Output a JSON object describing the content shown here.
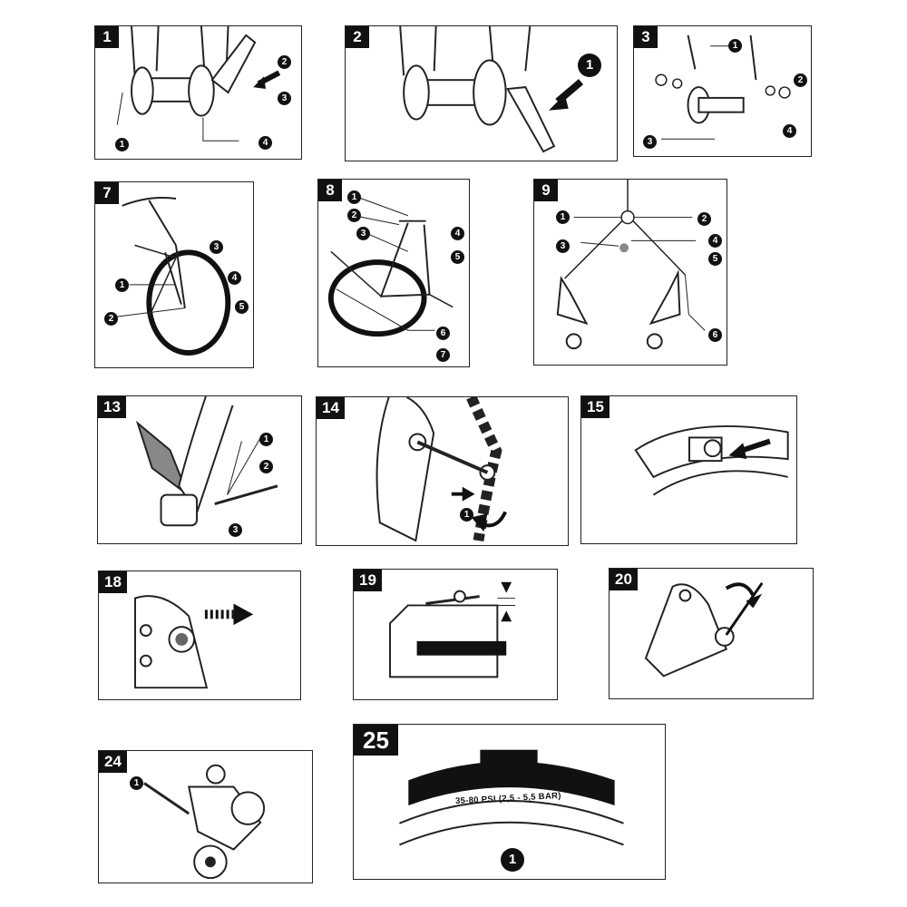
{
  "panels": [
    {
      "id": "1",
      "callouts": [
        "1",
        "2",
        "3",
        "4"
      ]
    },
    {
      "id": "2",
      "callouts": [
        "1"
      ]
    },
    {
      "id": "3",
      "callouts": [
        "1",
        "2",
        "3",
        "4"
      ]
    },
    {
      "id": "7",
      "callouts": [
        "1",
        "2",
        "3",
        "4",
        "5"
      ]
    },
    {
      "id": "8",
      "callouts": [
        "1",
        "2",
        "3",
        "4",
        "5",
        "6",
        "7"
      ]
    },
    {
      "id": "9",
      "callouts": [
        "1",
        "2",
        "3",
        "4",
        "5",
        "6"
      ]
    },
    {
      "id": "13",
      "callouts": [
        "1",
        "2",
        "3"
      ]
    },
    {
      "id": "14",
      "callouts": [
        "1"
      ]
    },
    {
      "id": "15",
      "callouts": []
    },
    {
      "id": "18",
      "callouts": []
    },
    {
      "id": "19",
      "callouts": []
    },
    {
      "id": "20",
      "callouts": []
    },
    {
      "id": "24",
      "callouts": [
        "1"
      ]
    },
    {
      "id": "25",
      "callouts": [
        "1"
      ],
      "tire_text": "35-80 PSI (2,5 - 5,5 BAR)"
    }
  ]
}
